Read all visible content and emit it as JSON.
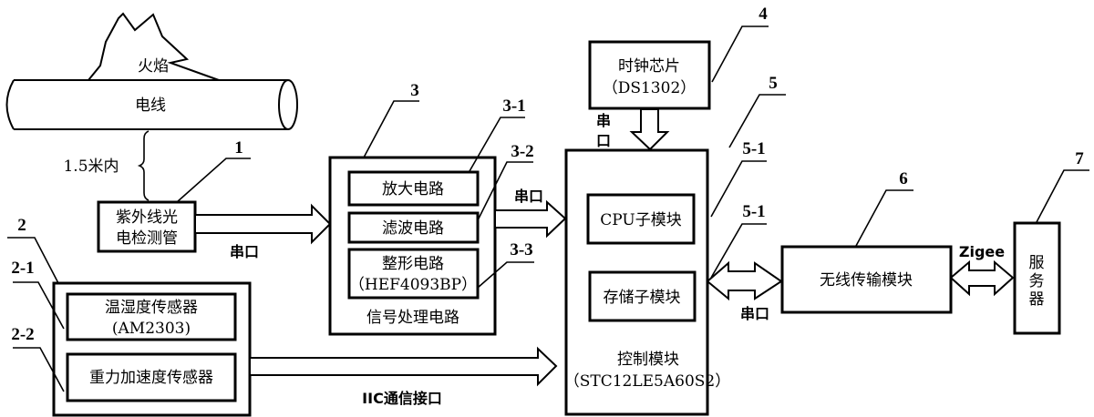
{
  "diagram": {
    "flame": {
      "label": "火焰"
    },
    "wire": {
      "label": "电线"
    },
    "distance": {
      "label": "1.5米内"
    },
    "uv_tube": {
      "ref": "1",
      "line1": "紫外线光",
      "line2": "电检测管"
    },
    "sensor_group": {
      "ref": "2",
      "humidity": {
        "ref": "2-1",
        "line1": "温湿度传感器",
        "line2": "(AM2303)"
      },
      "gravity": {
        "ref": "2-2",
        "label": "重力加速度传感器"
      }
    },
    "signal_circuit": {
      "ref": "3",
      "caption": "信号处理电路",
      "amplifier": {
        "ref": "3-1",
        "label": "放大电路"
      },
      "filter": {
        "ref": "3-2",
        "label": "滤波电路"
      },
      "shaper": {
        "ref": "3-3",
        "line1": "整形电路",
        "line2": "（HEF4093BP）"
      }
    },
    "clock_chip": {
      "ref": "4",
      "line1": "时钟芯片",
      "line2": "（DS1302）"
    },
    "control_module": {
      "ref": "5",
      "line1": "控制模块",
      "line2": "（STC12LE5A60S2）",
      "cpu": {
        "ref": "5-1",
        "label": "CPU子模块"
      },
      "storage": {
        "ref": "5-1",
        "label": "存储子模块"
      }
    },
    "wireless_module": {
      "ref": "6",
      "label": "无线传输模块"
    },
    "server": {
      "ref": "7",
      "chars": [
        "服",
        "务",
        "器"
      ]
    },
    "links": {
      "uv_to_signal": "串口",
      "signal_to_control": "串口",
      "clock_to_control": [
        "串",
        "口"
      ],
      "sensors_to_control": "IIC通信接口",
      "control_to_wireless": "串口",
      "wireless_to_server": "Zigee"
    }
  }
}
